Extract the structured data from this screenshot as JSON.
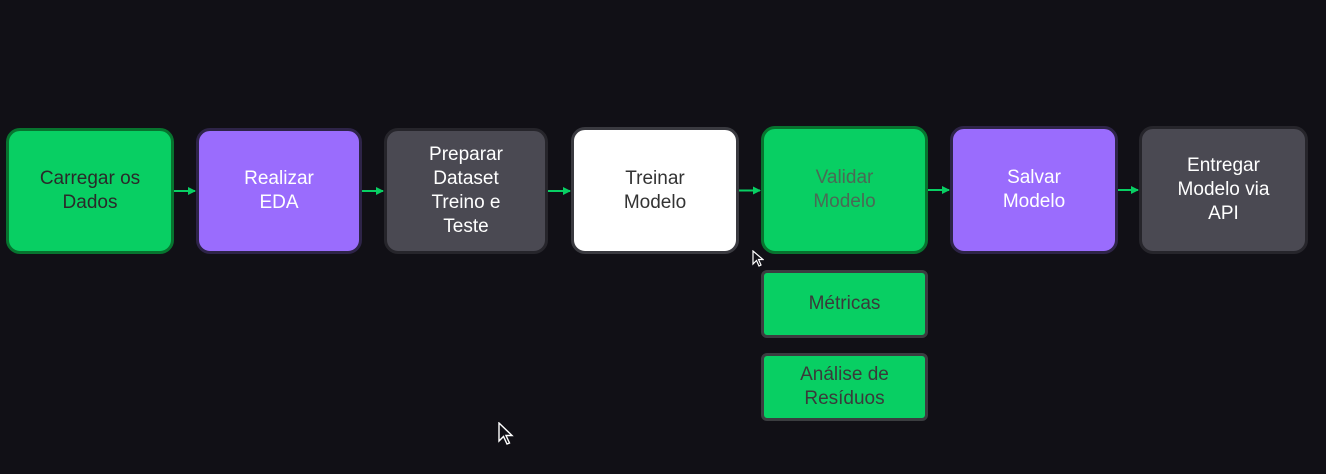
{
  "nodes": [
    {
      "id": "load-data",
      "label": "Carregar os\nDados",
      "style": "green"
    },
    {
      "id": "eda",
      "label": "Realizar\nEDA",
      "style": "purple"
    },
    {
      "id": "prepare-dataset",
      "label": "Preparar\nDataset\nTreino e\nTeste",
      "style": "gray"
    },
    {
      "id": "train-model",
      "label": "Treinar\nModelo",
      "style": "white"
    },
    {
      "id": "validate-model",
      "label": "Validar\nModelo",
      "style": "green"
    },
    {
      "id": "save-model",
      "label": "Salvar\nModelo",
      "style": "purple"
    },
    {
      "id": "deliver-model",
      "label": "Entregar\nModelo via\nAPI",
      "style": "gray"
    },
    {
      "id": "metrics",
      "label": "Métricas",
      "style": "sub"
    },
    {
      "id": "residuals",
      "label": "Análise de\nResíduos",
      "style": "sub"
    }
  ],
  "edges": [
    {
      "from": "load-data",
      "to": "eda"
    },
    {
      "from": "eda",
      "to": "prepare-dataset"
    },
    {
      "from": "prepare-dataset",
      "to": "train-model"
    },
    {
      "from": "train-model",
      "to": "validate-model"
    },
    {
      "from": "validate-model",
      "to": "save-model"
    },
    {
      "from": "save-model",
      "to": "deliver-model"
    }
  ],
  "colors": {
    "background": "#111016",
    "green": "#08cf63",
    "purple": "#9a6cfd",
    "gray": "#4a4952",
    "white": "#ffffff",
    "arrow": "#08cf63"
  }
}
